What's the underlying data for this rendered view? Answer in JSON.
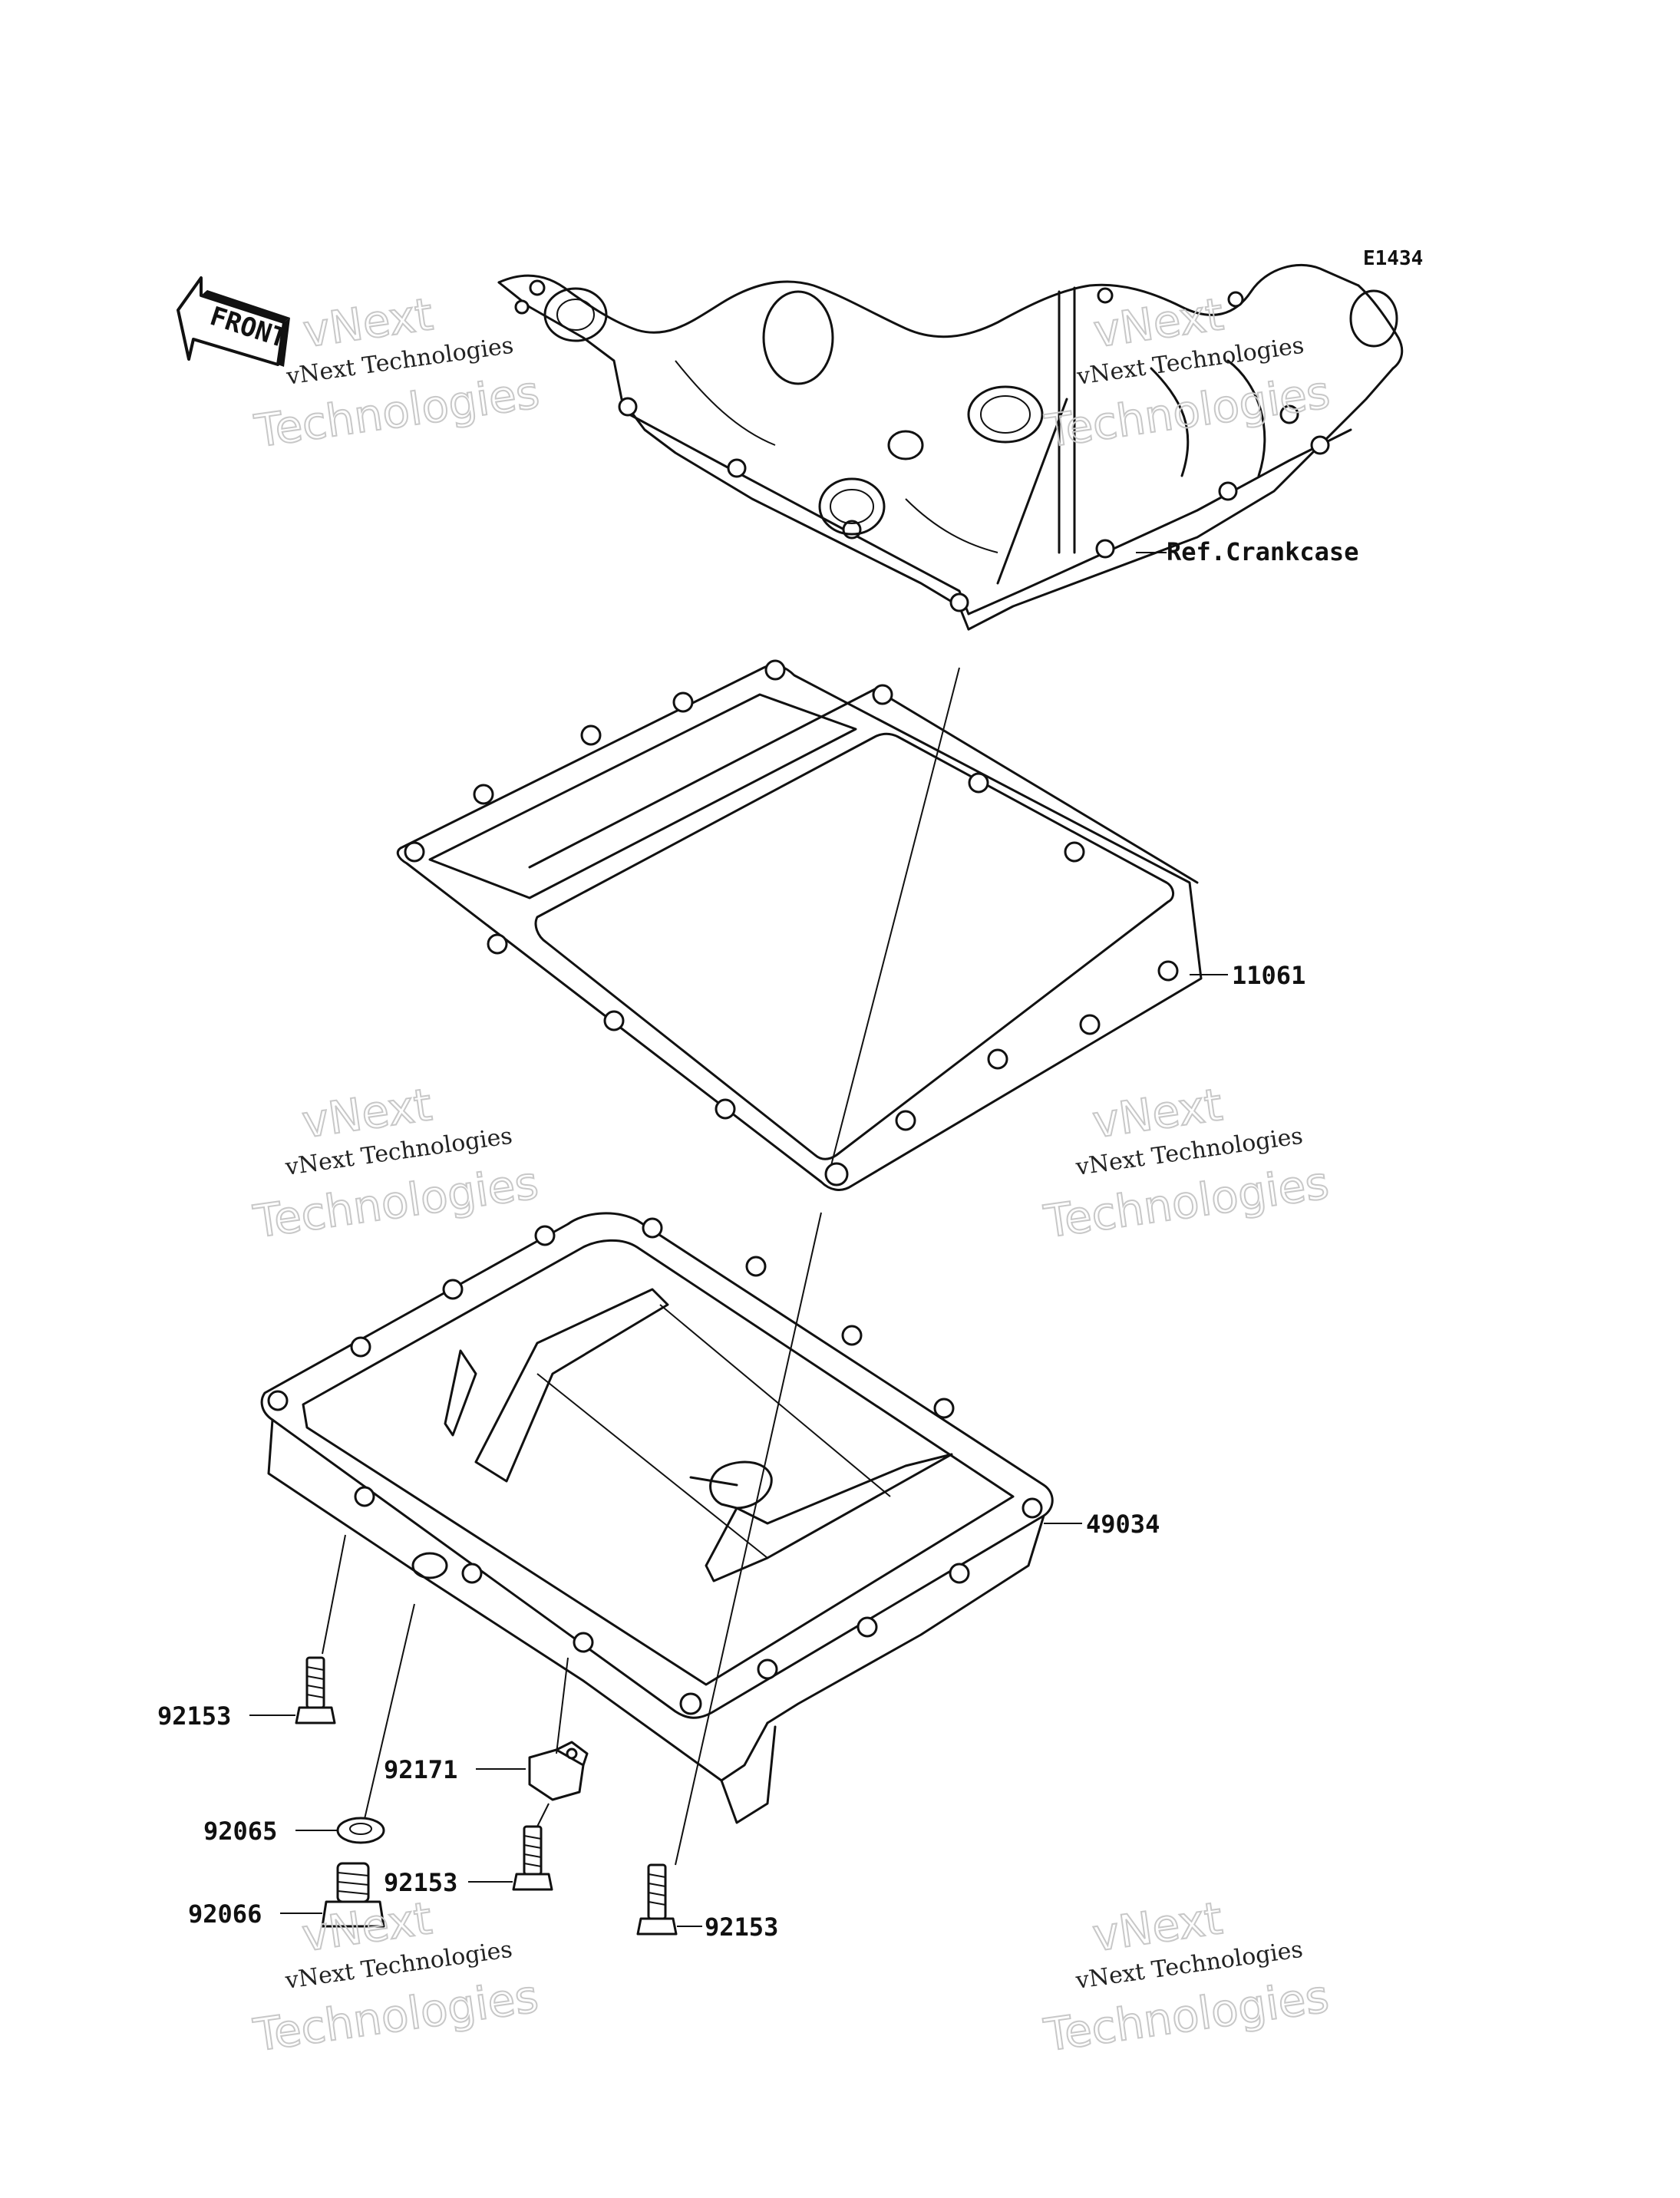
{
  "diagram_code": "E1434",
  "front_label": "FRONT",
  "ref_label": "Ref.Crankcase",
  "parts": {
    "gasket": "11061",
    "oil_pan": "49034",
    "bolt_left": "92153",
    "clamp": "92171",
    "washer": "92065",
    "bolt_center": "92153",
    "drain_plug": "92066",
    "bolt_right": "92153"
  },
  "watermark": {
    "line1": "vNext",
    "line2": "vNext Technologies",
    "line3": "Technologies"
  },
  "colors": {
    "line": "#111111",
    "background": "#ffffff",
    "watermark": "#c8c8c8"
  }
}
